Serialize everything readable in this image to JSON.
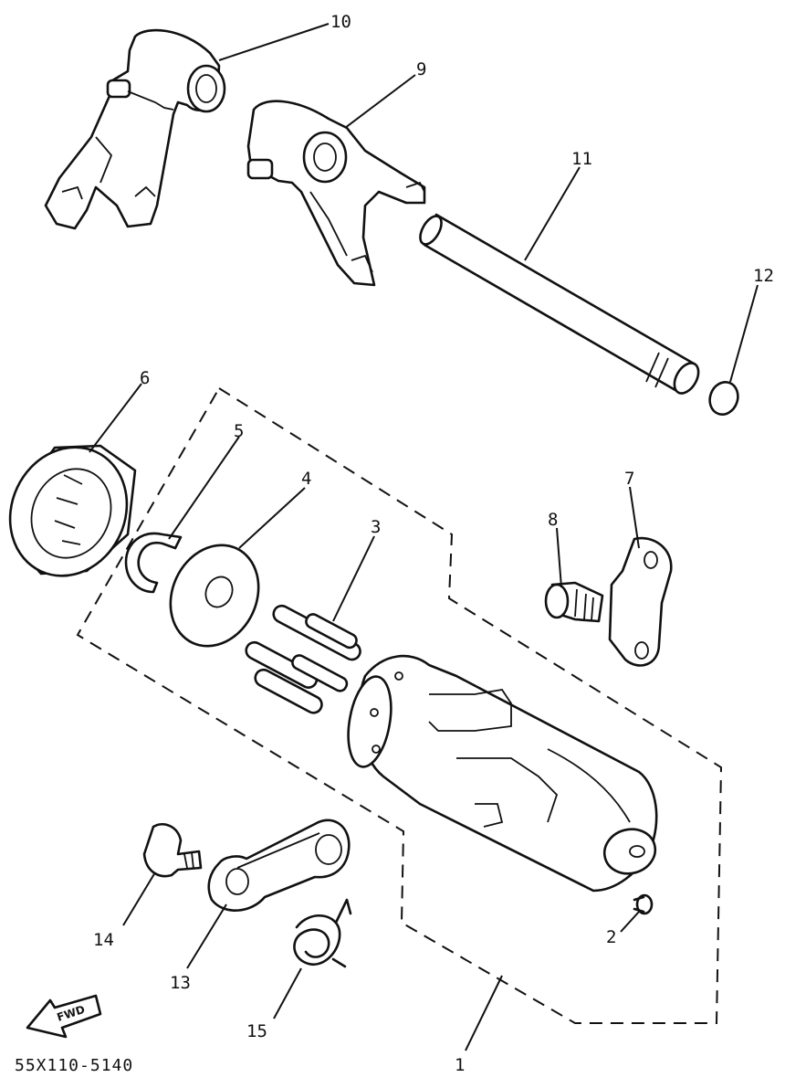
{
  "diagram": {
    "callouts": [
      "10",
      "9",
      "11",
      "12",
      "6",
      "5",
      "4",
      "3",
      "8",
      "7",
      "14",
      "13",
      "2",
      "15",
      "1"
    ],
    "fwd_label": "FWD",
    "drawing_code": "55X110-5140"
  }
}
